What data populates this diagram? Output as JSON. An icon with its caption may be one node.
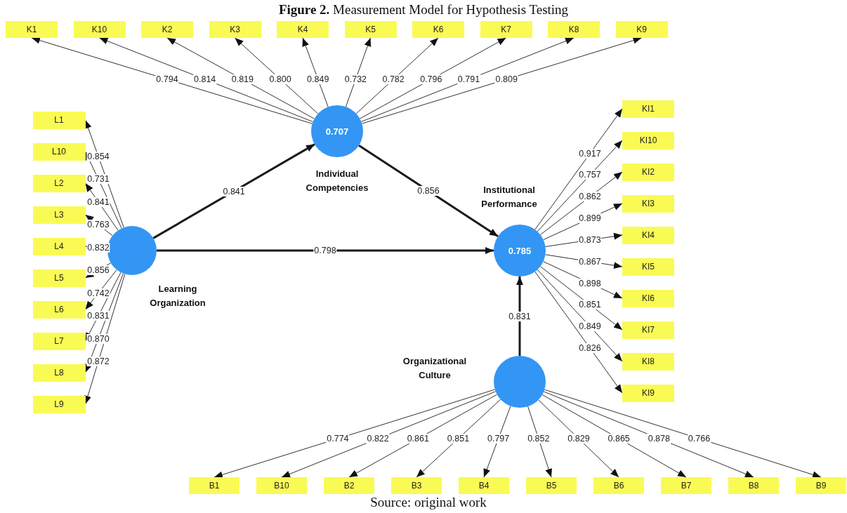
{
  "diagram": {
    "title": "**Figure 2.** Measurement Model for Hypothesis Testing",
    "caption": "Source: original work",
    "nodes": [
      {
        "text": [
          "0.707"
        ],
        "beside": [
          "Individual Competencies"
        ]
      },
      {
        "text": [],
        "shape": "circle",
        "beside": [
          "Learning Organization"
        ]
      },
      {
        "text": [
          "0.785"
        ],
        "beside": [
          "Institutional Performance"
        ]
      },
      {
        "text": [],
        "shape": "circle",
        "beside": [
          "Organizational Culture"
        ]
      },
      {
        "text": [
          "K1"
        ]
      },
      {
        "text": [
          "K10"
        ]
      },
      {
        "text": [
          "K2"
        ]
      },
      {
        "text": [
          "K3"
        ]
      },
      {
        "text": [
          "K4"
        ]
      },
      {
        "text": [
          "K5"
        ]
      },
      {
        "text": [
          "K6"
        ]
      },
      {
        "text": [
          "K7"
        ]
      },
      {
        "text": [
          "K8"
        ]
      },
      {
        "text": [
          "K9"
        ]
      },
      {
        "text": [
          "L1"
        ]
      },
      {
        "text": [
          "L10"
        ]
      },
      {
        "text": [
          "L2"
        ]
      },
      {
        "text": [
          "L3"
        ]
      },
      {
        "text": [
          "L4"
        ]
      },
      {
        "text": [
          "L5"
        ]
      },
      {
        "text": [
          "L6"
        ]
      },
      {
        "text": [
          "L7"
        ]
      },
      {
        "text": [
          "L8"
        ]
      },
      {
        "text": [
          "L9"
        ]
      },
      {
        "text": [
          "KI1"
        ]
      },
      {
        "text": [
          "KI10"
        ]
      },
      {
        "text": [
          "KI2"
        ]
      },
      {
        "text": [
          "KI3"
        ]
      },
      {
        "text": [
          "KI4"
        ]
      },
      {
        "text": [
          "KI5"
        ]
      },
      {
        "text": [
          "KI6"
        ]
      },
      {
        "text": [
          "KI7"
        ]
      },
      {
        "text": [
          "KI8"
        ]
      },
      {
        "text": [
          "KI9"
        ]
      },
      {
        "text": [
          "B1"
        ]
      },
      {
        "text": [
          "B10"
        ]
      },
      {
        "text": [
          "B2"
        ]
      },
      {
        "text": [
          "B3"
        ]
      },
      {
        "text": [
          "B4"
        ]
      },
      {
        "text": [
          "B5"
        ]
      },
      {
        "text": [
          "B6"
        ]
      },
      {
        "text": [
          "B7"
        ]
      },
      {
        "text": [
          "B8"
        ]
      },
      {
        "text": [
          "B9"
        ]
      }
    ],
    "edges": [
      {
        "from": 0,
        "to": 4,
        "arrow": "to",
        "label": "0.794"
      },
      {
        "from": 0,
        "to": 5,
        "arrow": "to",
        "label": "0.814"
      },
      {
        "from": 0,
        "to": 6,
        "arrow": "to",
        "label": "0.819"
      },
      {
        "from": 0,
        "to": 7,
        "arrow": "to",
        "label": "0.800"
      },
      {
        "from": 0,
        "to": 8,
        "arrow": "to",
        "label": "0.849"
      },
      {
        "from": 0,
        "to": 9,
        "arrow": "to",
        "label": "0.732"
      },
      {
        "from": 0,
        "to": 10,
        "arrow": "to",
        "label": "0.782"
      },
      {
        "from": 0,
        "to": 11,
        "arrow": "to",
        "label": "0.796"
      },
      {
        "from": 0,
        "to": 12,
        "arrow": "to",
        "label": "0.791"
      },
      {
        "from": 0,
        "to": 13,
        "arrow": "to",
        "label": "0.809"
      },
      {
        "from": 1,
        "to": 14,
        "arrow": "to",
        "label": "0.854"
      },
      {
        "from": 1,
        "to": 15,
        "arrow": "to",
        "label": "0.731"
      },
      {
        "from": 1,
        "to": 16,
        "arrow": "to",
        "label": "0.841"
      },
      {
        "from": 1,
        "to": 17,
        "arrow": "to",
        "label": "0.763"
      },
      {
        "from": 1,
        "to": 18,
        "arrow": "to",
        "label": "0.832"
      },
      {
        "from": 1,
        "to": 19,
        "arrow": "to",
        "label": "0.856"
      },
      {
        "from": 1,
        "to": 20,
        "arrow": "to",
        "label": "0.742"
      },
      {
        "from": 1,
        "to": 21,
        "arrow": "to",
        "label": "0.831"
      },
      {
        "from": 1,
        "to": 22,
        "arrow": "to",
        "label": "0.870"
      },
      {
        "from": 1,
        "to": 23,
        "arrow": "to",
        "label": "0.872"
      },
      {
        "from": 2,
        "to": 24,
        "arrow": "to",
        "label": "0.917"
      },
      {
        "from": 2,
        "to": 25,
        "arrow": "to",
        "label": "0.757"
      },
      {
        "from": 2,
        "to": 26,
        "arrow": "to",
        "label": "0.862"
      },
      {
        "from": 2,
        "to": 27,
        "arrow": "to",
        "label": "0.899"
      },
      {
        "from": 2,
        "to": 28,
        "arrow": "to",
        "label": "0.873"
      },
      {
        "from": 2,
        "to": 29,
        "arrow": "to",
        "label": "0.867"
      },
      {
        "from": 2,
        "to": 30,
        "arrow": "to",
        "label": "0.898"
      },
      {
        "from": 2,
        "to": 31,
        "arrow": "to",
        "label": "0.851"
      },
      {
        "from": 2,
        "to": 32,
        "arrow": "to",
        "label": "0.849"
      },
      {
        "from": 2,
        "to": 33,
        "arrow": "to",
        "label": "0.826"
      },
      {
        "from": 3,
        "to": 34,
        "arrow": "to",
        "label": "0.774"
      },
      {
        "from": 3,
        "to": 35,
        "arrow": "to",
        "label": "0.822"
      },
      {
        "from": 3,
        "to": 36,
        "arrow": "to",
        "label": "0.861"
      },
      {
        "from": 3,
        "to": 37,
        "arrow": "to",
        "label": "0.851"
      },
      {
        "from": 3,
        "to": 38,
        "arrow": "to",
        "label": "0.797"
      },
      {
        "from": 3,
        "to": 39,
        "arrow": "to",
        "label": "0.852"
      },
      {
        "from": 3,
        "to": 40,
        "arrow": "to",
        "label": "0.829"
      },
      {
        "from": 3,
        "to": 41,
        "arrow": "to",
        "label": "0.865"
      },
      {
        "from": 3,
        "to": 42,
        "arrow": "to",
        "label": "0.878"
      },
      {
        "from": 3,
        "to": 43,
        "arrow": "to",
        "label": "0.766"
      },
      {
        "from": 1,
        "to": 0,
        "arrow": "to",
        "label": "0.841",
        "style": "thick"
      },
      {
        "from": 0,
        "to": 2,
        "arrow": "to",
        "label": "0.856",
        "style": "thick"
      },
      {
        "from": 1,
        "to": 2,
        "arrow": "to",
        "label": "0.798",
        "style": "thick"
      },
      {
        "from": 3,
        "to": 2,
        "arrow": "to",
        "label": "0.831",
        "style": "thick"
      }
    ]
  }
}
